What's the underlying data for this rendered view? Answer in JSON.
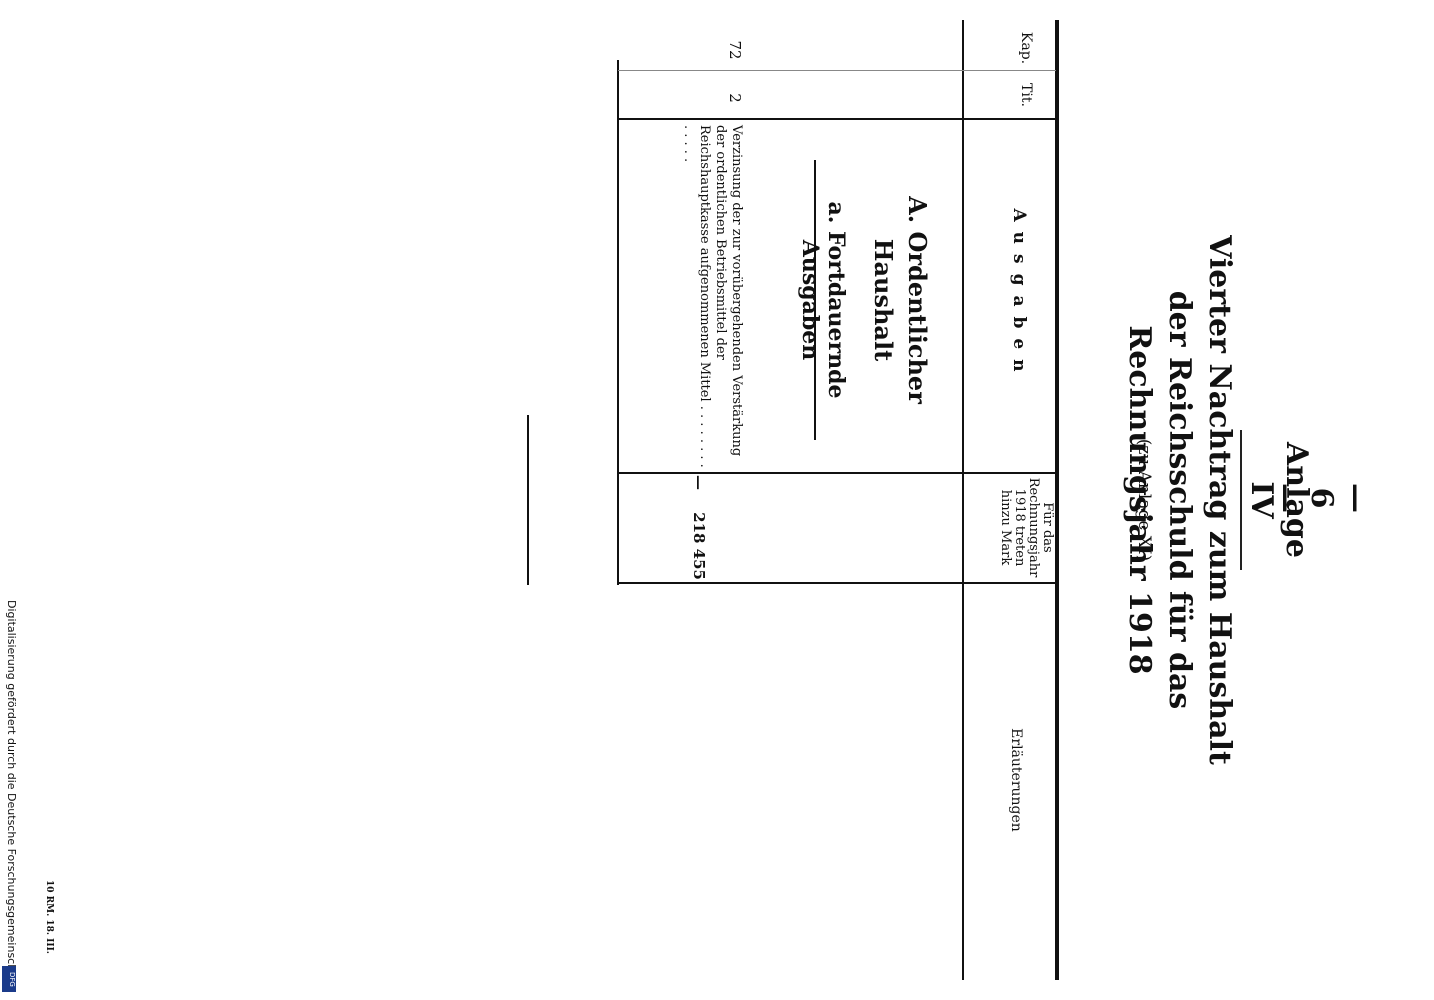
{
  "header": {
    "page_number": "— 6 —",
    "anlage": "Anlage IV",
    "title": "Vierter Nachtrag zum Haushalt der Reichsschuld für das Rechnungsjahr 1918",
    "subtitle": "(zu Anlage XI)"
  },
  "table": {
    "columns": {
      "kap": "Kap.",
      "tit": "Tit.",
      "ausgaben": "Ausgaben",
      "fuer_jahr": "Für das Rechnungsjahr 1918 treten hinzu Mark",
      "erlaeuterungen": "Erläuterungen"
    },
    "section": {
      "main": "A. Ordentlicher Haushalt",
      "sub": "a. Fortdauernde Ausgaben"
    },
    "rows": [
      {
        "kap": "72",
        "tit": "2",
        "description": "Verzinsung der zur vorübergehenden Verstärkung der ordentlichen Betriebsmittel der Reichshauptkasse aufgenommenen Mittel . . . . . . . . . . . . .",
        "amount_dash": "—",
        "amount": "218 455"
      }
    ]
  },
  "footer": {
    "print_mark": "10 RM. 18. III."
  },
  "credit": {
    "text": "Digitalisierung gefördert durch die Deutsche Forschungsgemeinschaft",
    "logo": "DFG"
  }
}
